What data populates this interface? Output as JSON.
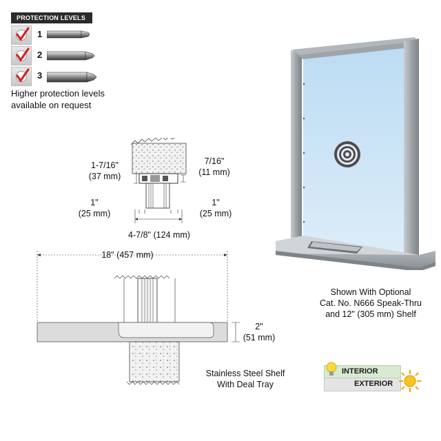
{
  "protection": {
    "header": "PROTECTION LEVELS",
    "levels": [
      {
        "number": "1",
        "checked": true
      },
      {
        "number": "2",
        "checked": true
      },
      {
        "number": "3",
        "checked": true
      }
    ],
    "note_line1": "Higher protection levels",
    "note_line2": "available on request"
  },
  "frame_dims": {
    "left_top": "1-7/16\"",
    "left_top_mm": "(37 mm)",
    "right_top": "7/16\"",
    "right_top_mm": "(11 mm)",
    "left_bottom": "1\"",
    "left_bottom_mm": "(25 mm)",
    "right_bottom": "1\"",
    "right_bottom_mm": "(25 mm)",
    "overall": "4-7/8\" (124 mm)"
  },
  "shelf_dims": {
    "width": "18\" (457 mm)",
    "height": "2\"",
    "height_mm": "(51 mm)",
    "caption_line1": "Stainless Steel Shelf",
    "caption_line2": "With Deal Tray"
  },
  "product": {
    "caption_line1": "Shown With Optional",
    "caption_line2": "Cat. No. N666 Speak-Thru",
    "caption_line3": "and 12\" (305 mm) Shelf"
  },
  "badge": {
    "interior": "INTERIOR",
    "exterior": "EXTERIOR"
  },
  "colors": {
    "glass": "#cfe6f7",
    "frame": "#a7abb0",
    "check_red": "#d42222",
    "header_bg": "#2b2b2b"
  }
}
